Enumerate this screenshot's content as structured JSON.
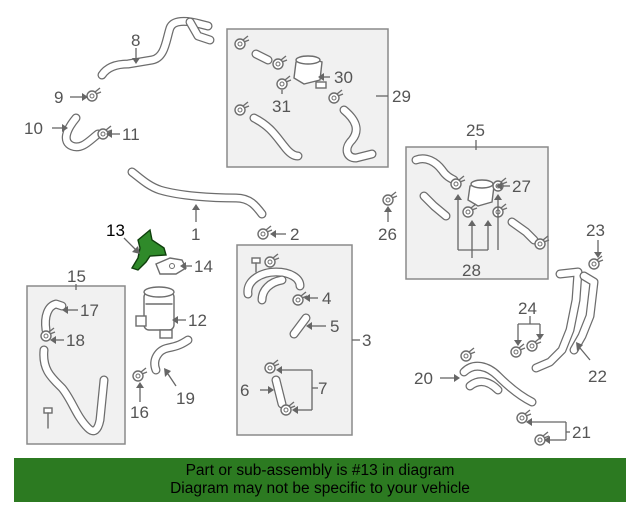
{
  "highlight_color": "#2f8a2a",
  "banner_color": "#2c7a21",
  "callouts": {
    "n1": "1",
    "n2": "2",
    "n3": "3",
    "n4": "4",
    "n5": "5",
    "n6": "6",
    "n7": "7",
    "n8": "8",
    "n9": "9",
    "n10": "10",
    "n11": "11",
    "n12": "12",
    "n13": "13",
    "n14": "14",
    "n15": "15",
    "n16": "16",
    "n17": "17",
    "n18": "18",
    "n19": "19",
    "n20": "20",
    "n21": "21",
    "n22": "22",
    "n23": "23",
    "n24": "24",
    "n25": "25",
    "n26": "26",
    "n27": "27",
    "n28": "28",
    "n29": "29",
    "n30": "30",
    "n31": "31"
  },
  "banner": {
    "line1": "Part or sub-assembly is #13 in diagram",
    "line2": "Diagram may not be specific to your vehicle"
  }
}
